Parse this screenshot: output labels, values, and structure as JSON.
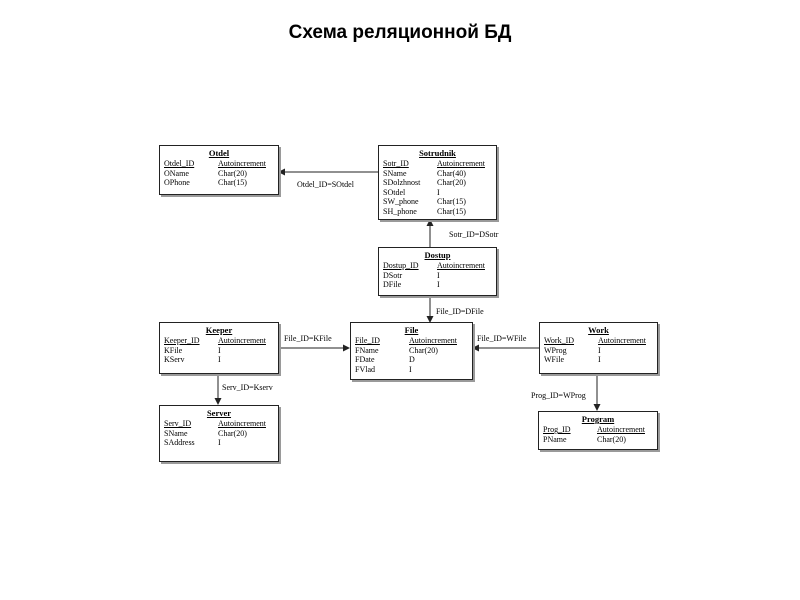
{
  "title": "Схема реляционной БД",
  "tables": {
    "otdel": {
      "name": "Otdel",
      "fields": [
        {
          "name": "Otdel_ID",
          "type": "Autoincrement"
        },
        {
          "name": "OName",
          "type": "Char(20)"
        },
        {
          "name": "OPhone",
          "type": "Char(15)"
        }
      ]
    },
    "sotrudnik": {
      "name": "Sotrudnik",
      "fields": [
        {
          "name": "Sotr_ID",
          "type": "Autoincrement"
        },
        {
          "name": "SName",
          "type": "Char(40)"
        },
        {
          "name": "SDolzhnost",
          "type": "Char(20)"
        },
        {
          "name": "SOtdel",
          "type": "I"
        },
        {
          "name": "SW_phone",
          "type": "Char(15)"
        },
        {
          "name": "SH_phone",
          "type": "Char(15)"
        }
      ]
    },
    "dostup": {
      "name": "Dostup",
      "fields": [
        {
          "name": "Dostup_ID",
          "type": "Autoincrement"
        },
        {
          "name": "DSotr",
          "type": "I"
        },
        {
          "name": "DFile",
          "type": "I"
        }
      ]
    },
    "keeper": {
      "name": "Keeper",
      "fields": [
        {
          "name": "Keeper_ID",
          "type": "Autoincrement"
        },
        {
          "name": "KFile",
          "type": "I"
        },
        {
          "name": "KServ",
          "type": "I"
        }
      ]
    },
    "file": {
      "name": "File",
      "fields": [
        {
          "name": "File_ID",
          "type": "Autoincrement"
        },
        {
          "name": "FName",
          "type": "Char(20)"
        },
        {
          "name": "FDate",
          "type": "D"
        },
        {
          "name": "FVlad",
          "type": "I"
        }
      ]
    },
    "work": {
      "name": "Work",
      "fields": [
        {
          "name": "Work_ID",
          "type": "Autoincrement"
        },
        {
          "name": "WProg",
          "type": "I"
        },
        {
          "name": "WFile",
          "type": "I"
        }
      ]
    },
    "server": {
      "name": "Server",
      "fields": [
        {
          "name": "Serv_ID",
          "type": "Autoincrement"
        },
        {
          "name": "SName",
          "type": "Char(20)"
        },
        {
          "name": "SAddress",
          "type": "I"
        }
      ]
    },
    "program": {
      "name": "Program",
      "fields": [
        {
          "name": "Prog_ID",
          "type": "Autoincrement"
        },
        {
          "name": "PName",
          "type": "Char(20)"
        }
      ]
    }
  },
  "relations": {
    "otdel_sotr": "Otdel_ID=SOtdel",
    "sotr_dostup": "Sotr_ID=DSotr",
    "file_dostup": "File_ID=DFile",
    "file_keeper": "File_ID=KFile",
    "file_work": "File_ID=WFile",
    "serv_keeper": "Serv_ID=Kserv",
    "prog_work": "Prog_ID=WProg"
  }
}
